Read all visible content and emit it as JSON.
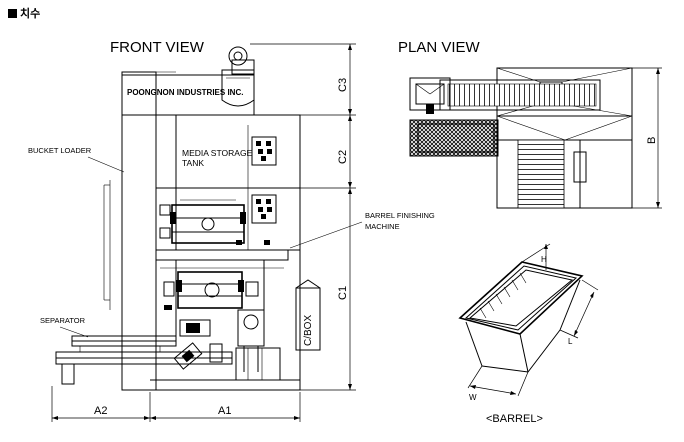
{
  "header": {
    "title": "치수"
  },
  "front_view": {
    "title": "FRONT VIEW",
    "company_plate": "POONGNON INDUSTRIES INC.",
    "labels": {
      "bucket_loader": "BUCKET LOADER",
      "media_storage_1": "MEDIA STORAGE",
      "media_storage_2": "TANK",
      "barrel_finishing_1": "BARREL FINISHING",
      "barrel_finishing_2": "MACHINE",
      "separator": "SEPARATOR",
      "cbox": "C/BOX"
    },
    "dimensions": {
      "c3": "C3",
      "c2": "C2",
      "c1": "C1",
      "a2": "A2",
      "a1": "A1"
    }
  },
  "plan_view": {
    "title": "PLAN VIEW",
    "dimensions": {
      "b": "B"
    }
  },
  "barrel": {
    "caption": "<BARREL>",
    "dimensions": {
      "h": "H",
      "w": "W",
      "l": "L"
    }
  }
}
